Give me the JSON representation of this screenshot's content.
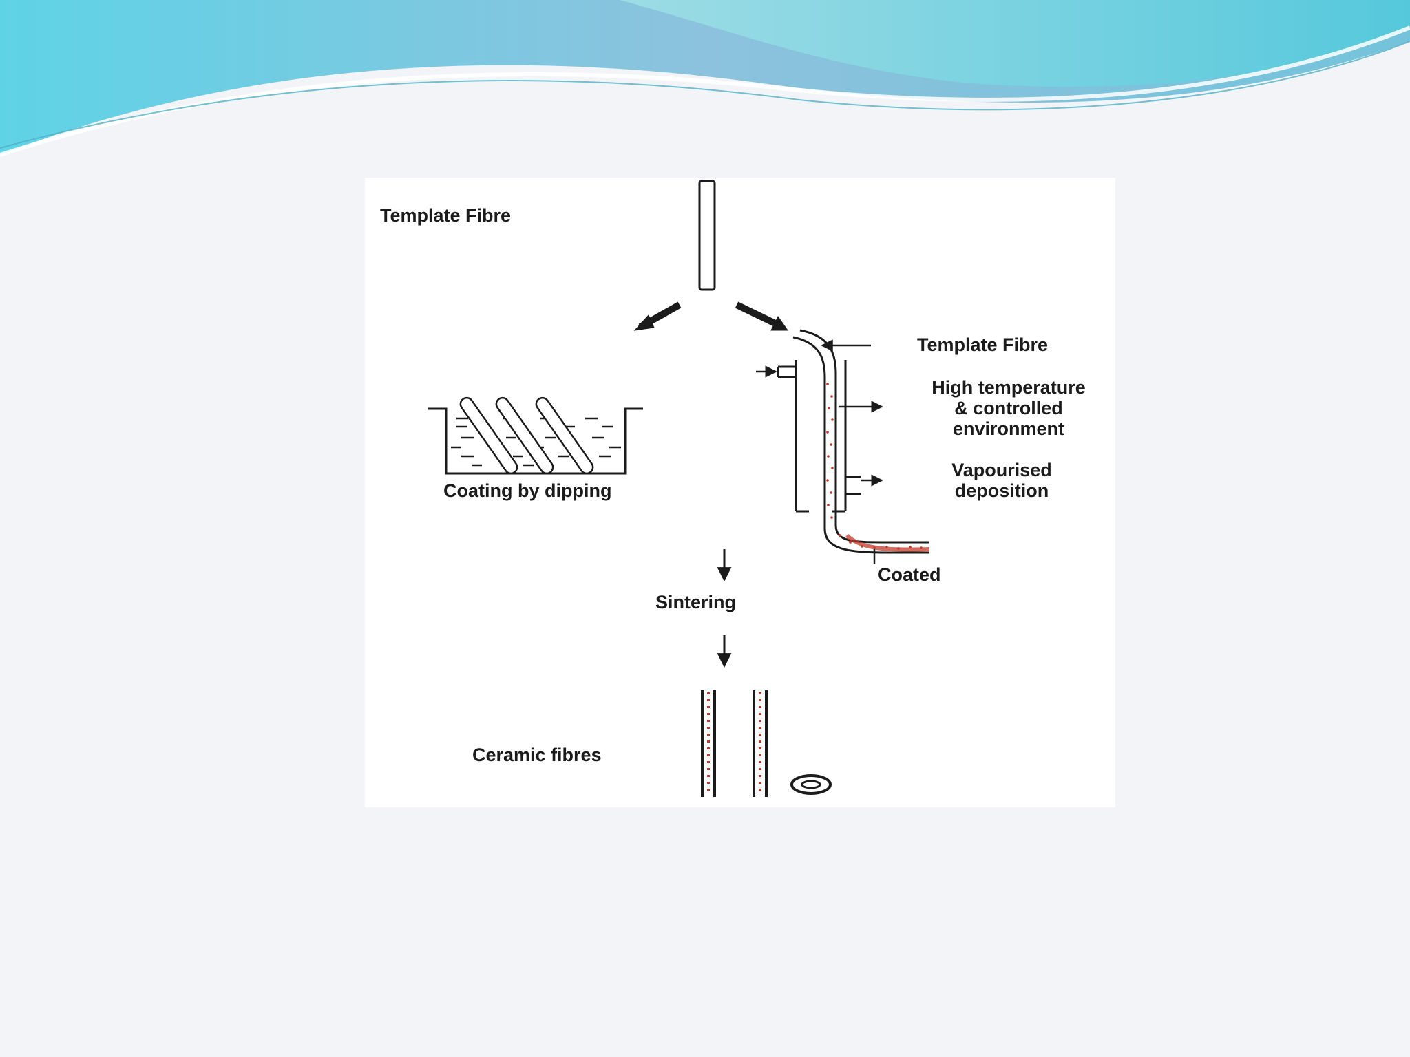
{
  "diagram": {
    "labels": {
      "template_fibre_top": "Template Fibre",
      "coating_by_dipping": "Coating by dipping",
      "template_fibre_right": "Template Fibre",
      "high_temp_line1": "High temperature",
      "high_temp_line2": "& controlled",
      "high_temp_line3": "environment",
      "vapourised_line1": "Vapourised",
      "vapourised_line2": "deposition",
      "coated": "Coated",
      "sintering": "Sintering",
      "ceramic_fibres": "Ceramic fibres"
    },
    "colors": {
      "ink": "#1b1b1b",
      "coating_red": "#c0392b",
      "banner_blue": "#7fc6dc",
      "banner_teal": "#6fd6de"
    }
  }
}
